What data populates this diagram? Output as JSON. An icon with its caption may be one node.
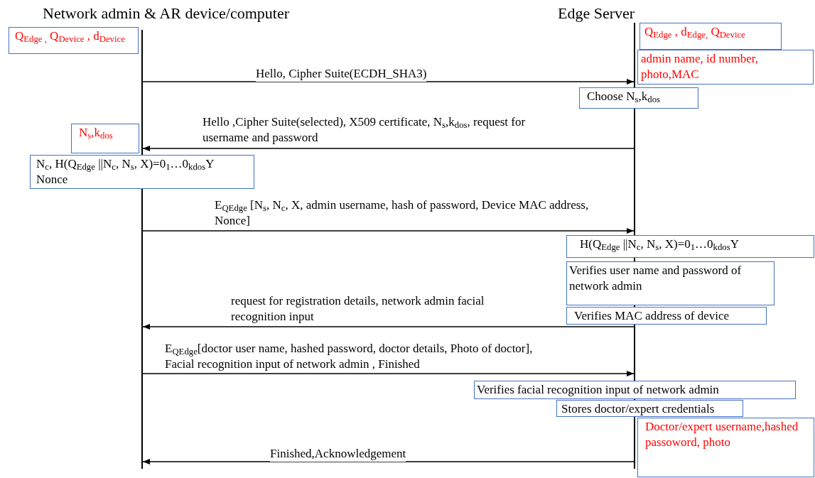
{
  "diagram": {
    "nodes": [
      {
        "text": [],
        "shape": "line",
        "beside": [
          "Network admin & AR device/computer"
        ]
      },
      {
        "text": [],
        "shape": "line",
        "beside": [
          "Edge Server"
        ]
      },
      {
        "text": [
          "Q$_{Edge ,}$ Q$_{Device}$ , d$_{Device}$"
        ]
      },
      {
        "text": [
          "Q$_{Edge}$ , d$_{Edge,}$ Q$_{Device}$"
        ]
      },
      {
        "text": [
          "admin name, id number, photo,MAC"
        ]
      },
      {
        "text": [
          "Choose N$_{s}$,k$_{dos}$"
        ]
      },
      {
        "text": [
          "N$_{s}$,k$_{dos}$"
        ]
      },
      {
        "text": [
          "N$_{c}$, H(Q$_{Edge}$ ||N$_{c}$, N$_{s}$, X)=0$_{1}$…0$_{k}$$_{dos}$Y",
          "Nonce"
        ]
      },
      {
        "text": [
          "H(Q$_{Edge}$ ||N$_{c}$, N$_{s}$, X)=0$_{1}$…0$_{k}$$_{dos}$Y"
        ]
      },
      {
        "text": [
          "Verifies user name and password of network admin"
        ]
      },
      {
        "text": [
          "Verifies MAC address of device"
        ]
      },
      {
        "text": [
          "Verifies facial recognition input of network admin"
        ]
      },
      {
        "text": [
          "Stores doctor/expert credentials"
        ]
      },
      {
        "text": [
          "Doctor/expert username,hashed passoword, photo"
        ]
      }
    ],
    "edges": [
      {
        "from": 0,
        "to": 1,
        "arrow": "to",
        "label": "Hello, Cipher Suite(ECDH_SHA3)"
      },
      {
        "from": 1,
        "to": 0,
        "arrow": "to",
        "label": "Hello ,Cipher Suite(selected), X509 certificate, N$_{s}$,k$_{dos}$, request for username and password"
      },
      {
        "from": 0,
        "to": 1,
        "arrow": "to",
        "label": "E$_{Q}$$_{Edge}$ [N$_{s}$, N$_{c}$, X, admin username, hash of password, Device MAC address, Nonce]"
      },
      {
        "from": 1,
        "to": 0,
        "arrow": "to",
        "label": "request for registration details, network admin facial recognition input"
      },
      {
        "from": 0,
        "to": 1,
        "arrow": "to",
        "label": "E$_{Q}$$_{Edge}$[doctor user name, hashed password, doctor details, Photo of doctor], Facial recognition input of network admin , Finished"
      },
      {
        "from": 1,
        "to": 0,
        "arrow": "to",
        "label": "Finished,Acknowledgement"
      }
    ]
  }
}
